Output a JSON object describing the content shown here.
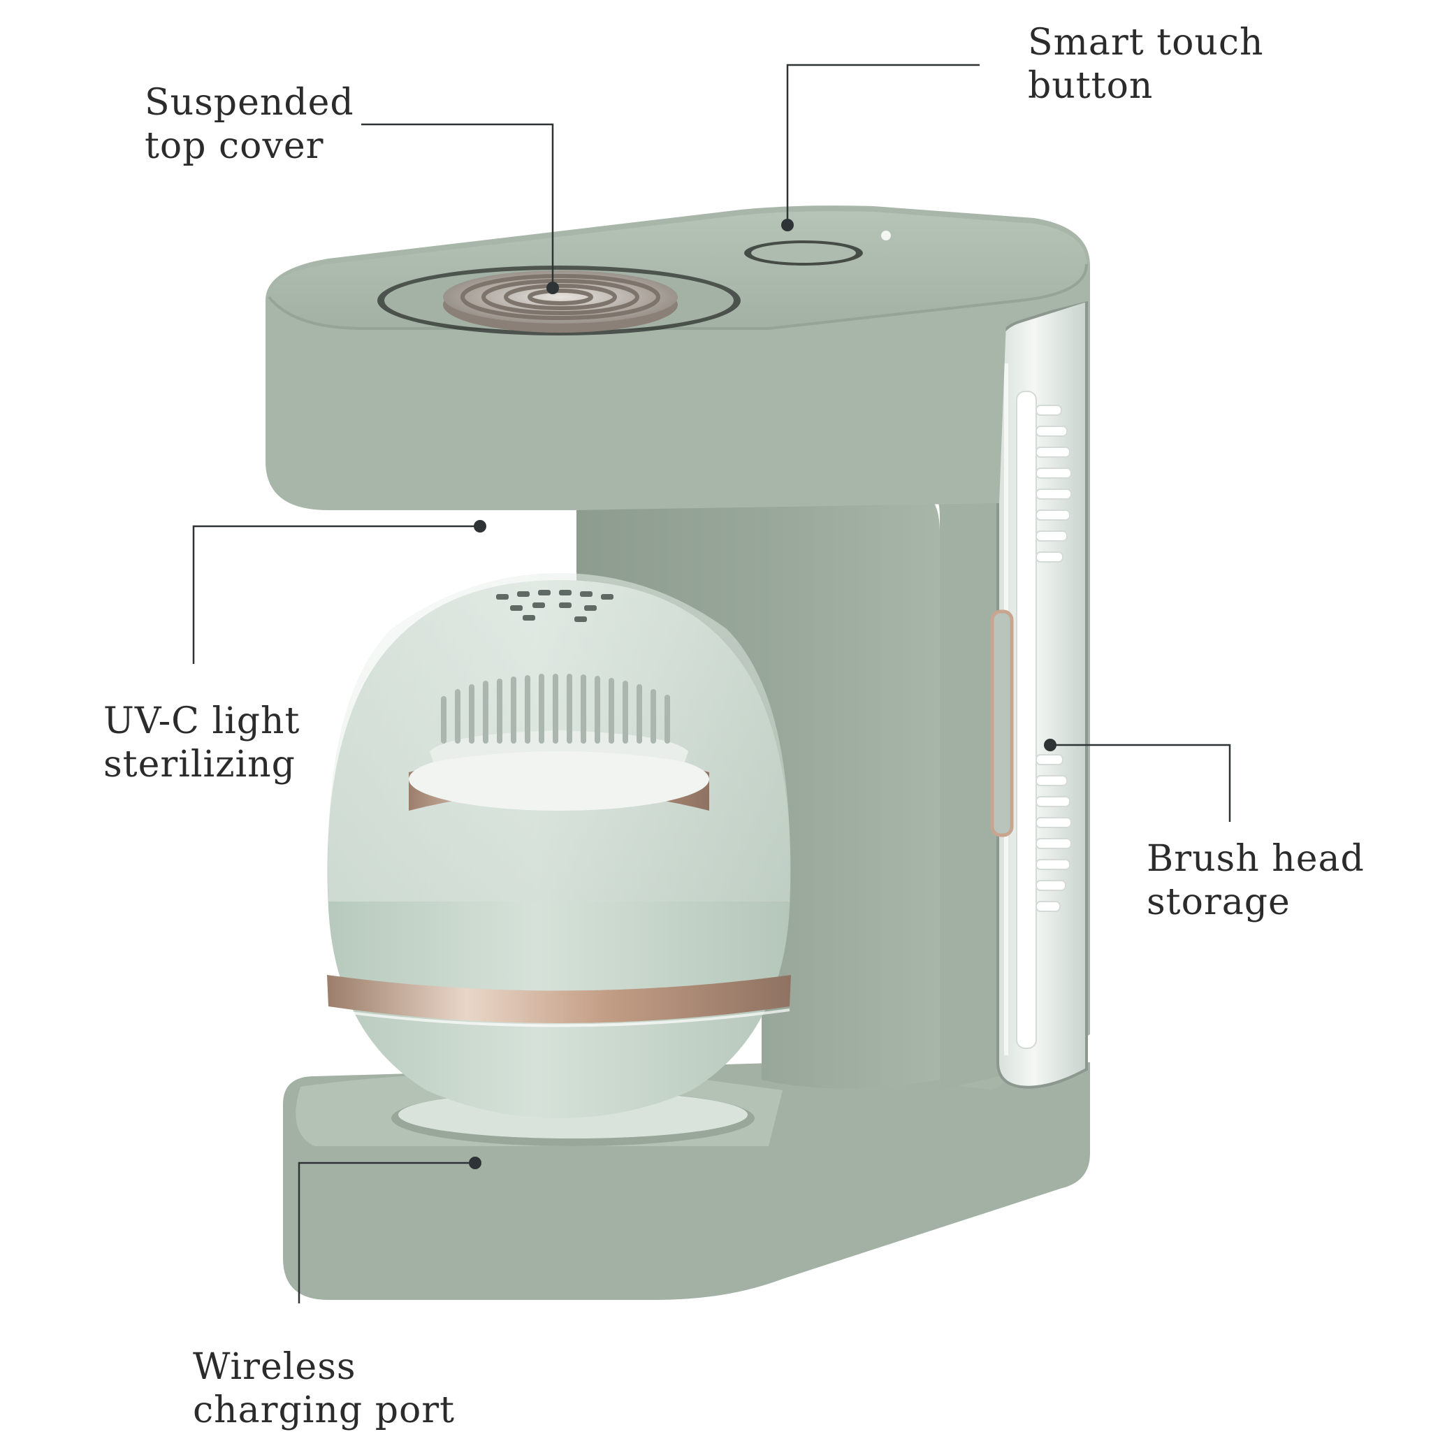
{
  "callouts": {
    "top_cover": {
      "line1": "Suspended",
      "line2": "top cover"
    },
    "touch_button": {
      "line1": "Smart touch",
      "line2": "button"
    },
    "uvc": {
      "line1": "UV-C light",
      "line2": "sterilizing"
    },
    "storage": {
      "line1": "Brush head",
      "line2": "storage"
    },
    "charging": {
      "line1": "Wireless",
      "line2": "charging port"
    }
  },
  "colors": {
    "body": "#a7b5a8",
    "body_dark": "#8e9d90",
    "body_light": "#bcc8bd",
    "egg": "#c9d8cd",
    "egg_light": "#e8efe9",
    "rose_gold": "#c9a68d",
    "leader": "#2e3436"
  }
}
